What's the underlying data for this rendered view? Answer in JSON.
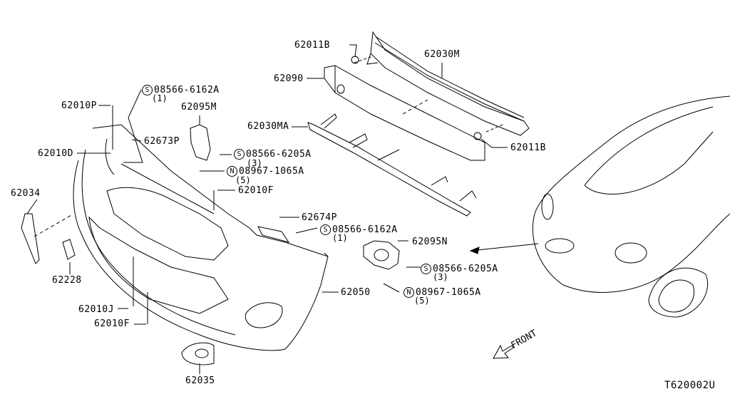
{
  "diagram_id": "T620002U",
  "front_label": "FRONT",
  "parts": {
    "p62011B_top": {
      "code": "62011B"
    },
    "p62030M": {
      "code": "62030M"
    },
    "p62090": {
      "code": "62090"
    },
    "p62011B_bottom": {
      "code": "62011B"
    },
    "p62030MA": {
      "code": "62030MA"
    },
    "p62010P": {
      "code": "62010P"
    },
    "p62673P": {
      "code": "62673P"
    },
    "p62010D": {
      "code": "62010D"
    },
    "p62095M": {
      "code": "62095M"
    },
    "p62010F_top": {
      "code": "62010F"
    },
    "p62034": {
      "code": "62034"
    },
    "p62674P": {
      "code": "62674P"
    },
    "p62095N": {
      "code": "62095N"
    },
    "p62228": {
      "code": "62228"
    },
    "p62050": {
      "code": "62050"
    },
    "p62010J": {
      "code": "62010J"
    },
    "p62010F_bottom": {
      "code": "62010F"
    },
    "p62035": {
      "code": "62035"
    }
  },
  "fasteners": {
    "s1": {
      "badge": "S",
      "code": "08566-6162A",
      "qty": "(1)"
    },
    "s2": {
      "badge": "S",
      "code": "08566-6205A",
      "qty": "(3)"
    },
    "n1": {
      "badge": "N",
      "code": "08967-1065A",
      "qty": "(5)"
    },
    "s3": {
      "badge": "S",
      "code": "08566-6162A",
      "qty": "(1)"
    },
    "s4": {
      "badge": "S",
      "code": "08566-6205A",
      "qty": "(3)"
    },
    "n2": {
      "badge": "N",
      "code": "08967-1065A",
      "qty": "(5)"
    }
  }
}
